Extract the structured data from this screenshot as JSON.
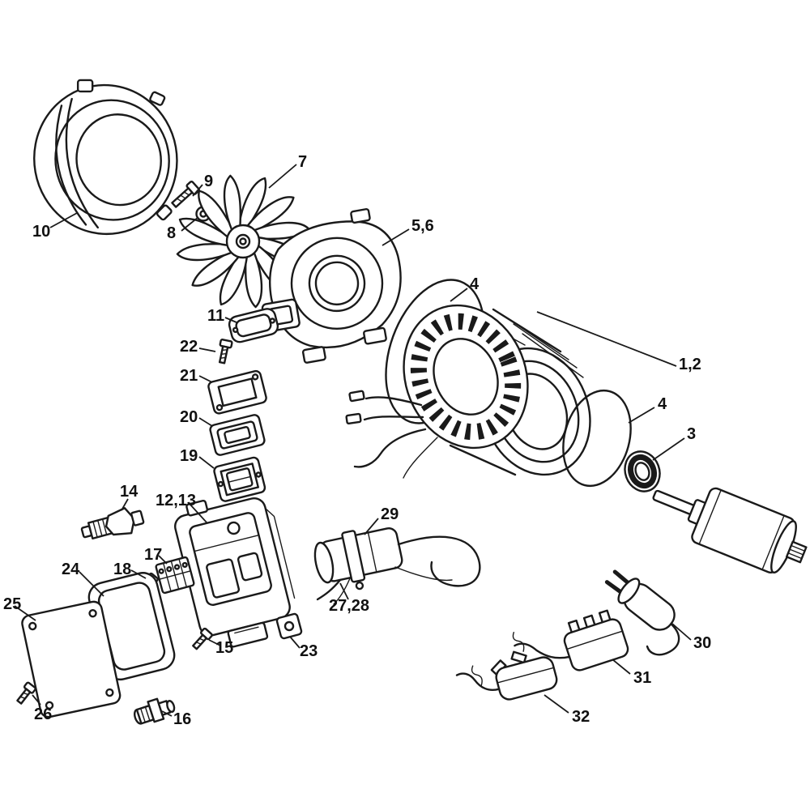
{
  "diagram": {
    "type": "exploded-parts-diagram",
    "subject": "Electric motor assembly with fan, stator, rotor, switch housing and mains plugs",
    "background_color": "#ffffff",
    "line_color": "#1a1a1a"
  },
  "labels": {
    "fan_impeller": "7",
    "screw_fan_cover": "9",
    "washer": "8",
    "fan_cover": "10",
    "fan_housing": "5,6",
    "ring_front": "4",
    "stator": "1,2",
    "ring_rear": "4",
    "bearing": "3",
    "gasket_small": "11",
    "screw_cover_frame": "22",
    "frame": "21",
    "switch_cover": "20",
    "switch": "19",
    "gland": "14",
    "motor_housing": "12,13",
    "terminal_block": "17",
    "terminal_screw": "18",
    "housing_gasket": "24",
    "cover_plate": "25",
    "plate_screw": "26",
    "housing_screw": "15",
    "spike": "16",
    "square_nut": "23",
    "capacitor": "29",
    "wiring": "27,28",
    "plug_euro": "30",
    "plug_uk": "31",
    "plug_aus": "32"
  }
}
